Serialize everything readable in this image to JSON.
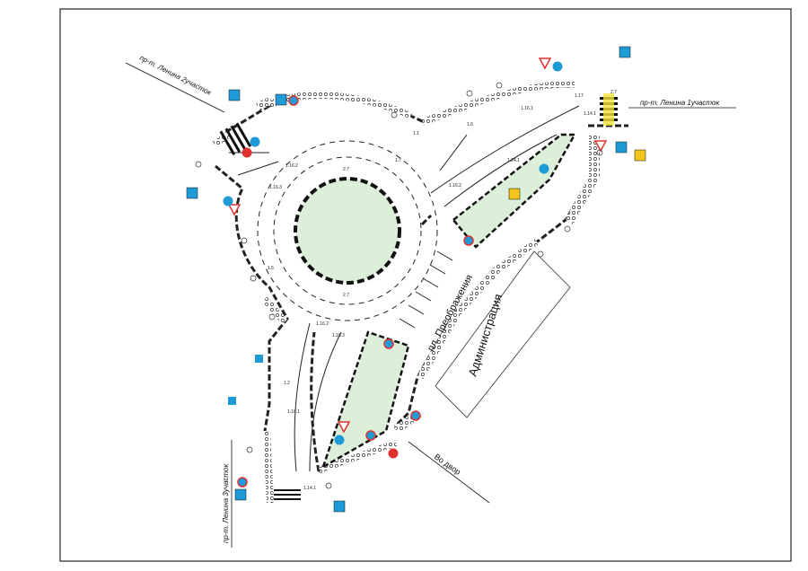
{
  "streets": {
    "lenina_1": "пр-т. Ленина 1участок",
    "lenina_2_top": "пр-т. Ленина 2участок",
    "lenina_2_bottom": "пр-т. Ленина 3участок",
    "preobrazheniya": "пл. Преображения",
    "vo_dvor": "Во двор"
  },
  "buildings": {
    "administration": "Администрация"
  },
  "markings": {
    "m_1_1": "1.1",
    "m_1_2": "1.2",
    "m_1_5": "1.5",
    "m_1_6": "1.6",
    "m_1_7": "1.7",
    "m_1_14_1": "1.14.1",
    "m_1_16_1": "1.16.1",
    "m_1_16_2": "1.16.2",
    "m_1_16_3": "1.16.3",
    "m_1_24_1": "1.24.1",
    "m_2_7": "2.7",
    "m_1_17": "1.17"
  },
  "colors": {
    "island_fill": "#dcefd8",
    "sign_blue": "#1e9bd7",
    "sign_red": "#e0312f",
    "sign_yellow": "#f3c51b"
  }
}
